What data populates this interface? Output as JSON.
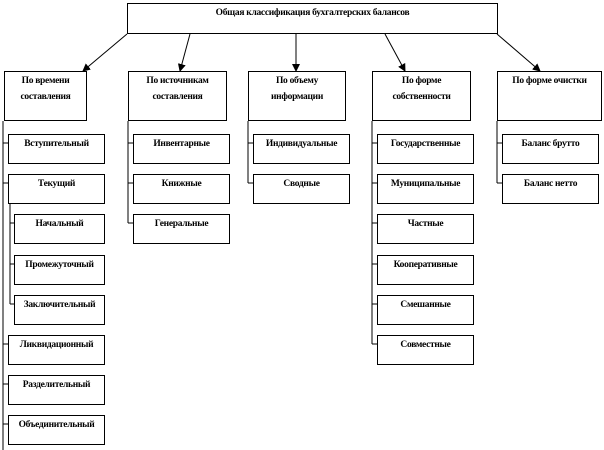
{
  "title": "Общая классификация бухгалтерских балансов",
  "categories": [
    {
      "label": "По времени составления",
      "items": [
        "Вступительный",
        "Текущий",
        "Начальный",
        "Промежуточный",
        "Заключительный",
        "Ликвидационный",
        "Разделительный",
        "Объединительный"
      ]
    },
    {
      "label": "По источникам составления",
      "items": [
        "Инвентарные",
        "Книжные",
        "Генеральные"
      ]
    },
    {
      "label": "По объему информации",
      "items": [
        "Индивидуальные",
        "Сводные"
      ]
    },
    {
      "label": "По форме собственности",
      "items": [
        "Государственные",
        "Муниципальные",
        "Частные",
        "Кооперативные",
        "Смешанные",
        "Совместные"
      ]
    },
    {
      "label": "По форме очистки",
      "items": [
        "Баланс брутто",
        "Баланс нетто"
      ]
    }
  ]
}
